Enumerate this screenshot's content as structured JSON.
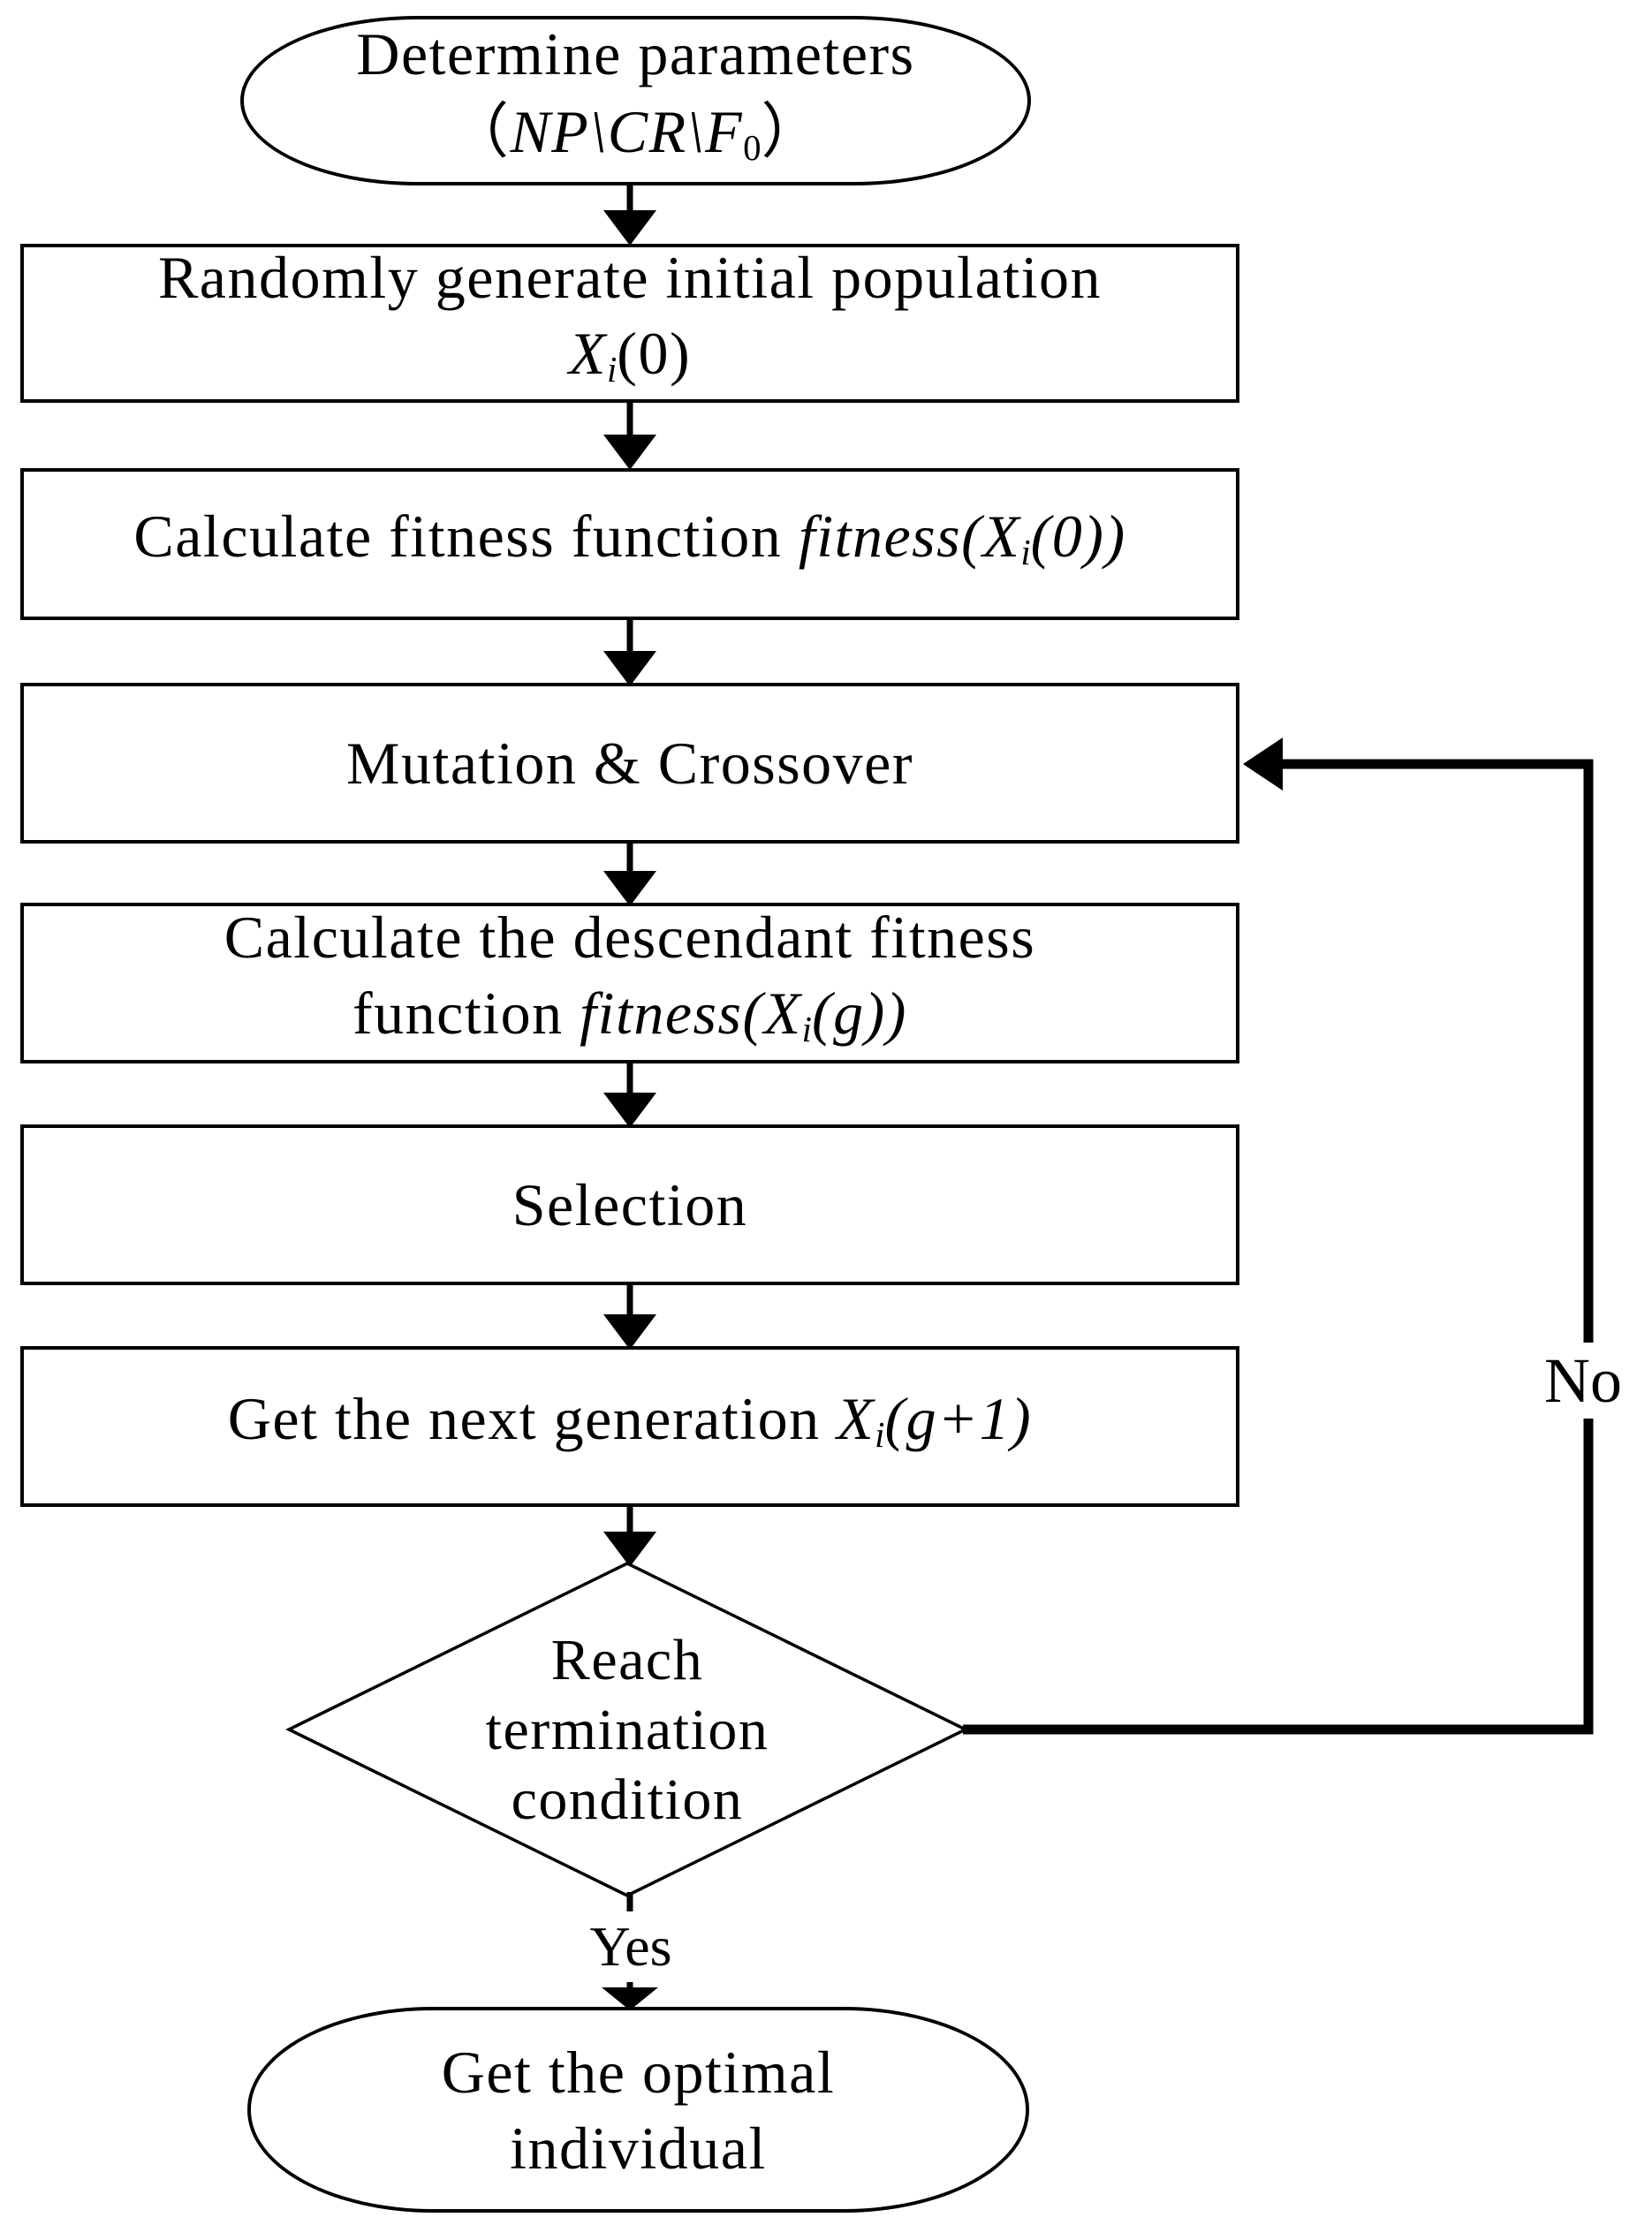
{
  "colors": {
    "ink": "#000000",
    "paper": "#ffffff"
  },
  "labels": {
    "no": "No",
    "yes": "Yes"
  },
  "nodes": {
    "start": {
      "lines": [
        [
          "Determine parameters"
        ],
        [
          "（",
          {
            "t": "NP",
            "i": true
          },
          {
            "t": "\\",
            "i": true
          },
          {
            "t": "CR",
            "i": true
          },
          {
            "t": "\\",
            "i": true
          },
          {
            "t": "F",
            "i": true
          },
          {
            "t": "0",
            "sub": true
          },
          "）"
        ]
      ]
    },
    "generate_population": {
      "lines": [
        [
          "Randomly generate initial population"
        ],
        [
          {
            "t": "X",
            "i": true
          },
          {
            "t": "i",
            "i": true,
            "sub": true
          },
          "(0)"
        ]
      ]
    },
    "calc_fitness_initial": {
      "lines": [
        [
          "Calculate fitness function ",
          {
            "t": "fitness",
            "i": true
          },
          {
            "t": "(",
            "i": true
          },
          {
            "t": "X",
            "i": true
          },
          {
            "t": "i",
            "i": true,
            "sub": true
          },
          {
            "t": "(0))",
            "i": true
          }
        ]
      ]
    },
    "mutation_crossover": {
      "lines": [
        [
          "Mutation & Crossover"
        ]
      ]
    },
    "calc_descendant_fitness": {
      "lines": [
        [
          "Calculate the descendant fitness"
        ],
        [
          "function ",
          {
            "t": "fitness",
            "i": true
          },
          {
            "t": "(",
            "i": true
          },
          {
            "t": "X",
            "i": true
          },
          {
            "t": "i",
            "i": true,
            "sub": true
          },
          {
            "t": "(",
            "i": true
          },
          {
            "t": "g",
            "i": true
          },
          {
            "t": "))",
            "i": true
          }
        ]
      ]
    },
    "selection": {
      "lines": [
        [
          "Selection"
        ]
      ]
    },
    "next_generation": {
      "lines": [
        [
          "Get the next generation ",
          {
            "t": "X",
            "i": true
          },
          {
            "t": "i",
            "i": true,
            "sub": true
          },
          {
            "t": "(g+1)",
            "i": true
          }
        ]
      ]
    },
    "decision": {
      "lines": [
        [
          "Reach"
        ],
        [
          "termination"
        ],
        [
          "condition"
        ]
      ]
    },
    "end": {
      "lines": [
        [
          "Get the optimal"
        ],
        [
          "individual"
        ]
      ]
    }
  }
}
